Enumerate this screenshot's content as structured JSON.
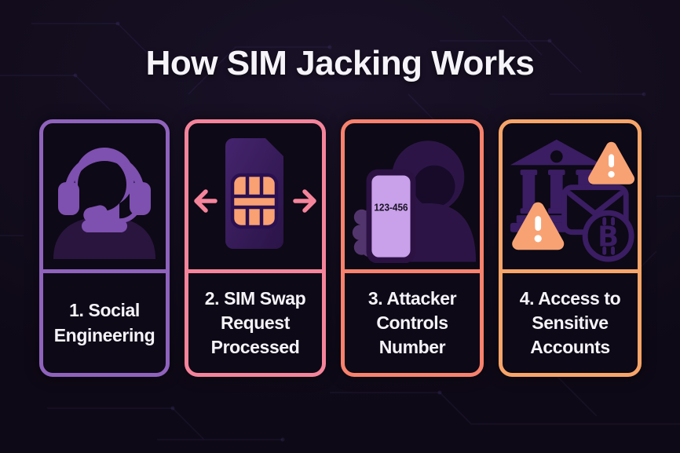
{
  "title": "How SIM Jacking Works",
  "palette": {
    "background": "#130d1e",
    "card_background": "#0d0916",
    "title_color": "#f6f3f9",
    "label_color": "#f6f3f9",
    "agent_purple": "#7e50b0",
    "silhouette_dark": "#2c1546",
    "deep_icon_purple": "#3a1d63",
    "sim_chip_orange": "#f9a173",
    "warning_orange": "#f8a273",
    "phone_screen_purple": "#c9a0ea"
  },
  "cards": [
    {
      "label": "1. Social Engineering",
      "accent_color": "#8f63bd",
      "icon": "support-agent-icon"
    },
    {
      "label": "2. SIM Swap Request Processed",
      "accent_color": "#f5849b",
      "icon": "sim-swap-icon"
    },
    {
      "label": "3. Attacker Controls Number",
      "accent_color": "#f8826d",
      "icon": "attacker-phone-icon",
      "phone_text": "123-456"
    },
    {
      "label": "4. Access to Sensitive Accounts",
      "accent_color": "#f7a569",
      "icon": "sensitive-accounts-icon"
    }
  ]
}
